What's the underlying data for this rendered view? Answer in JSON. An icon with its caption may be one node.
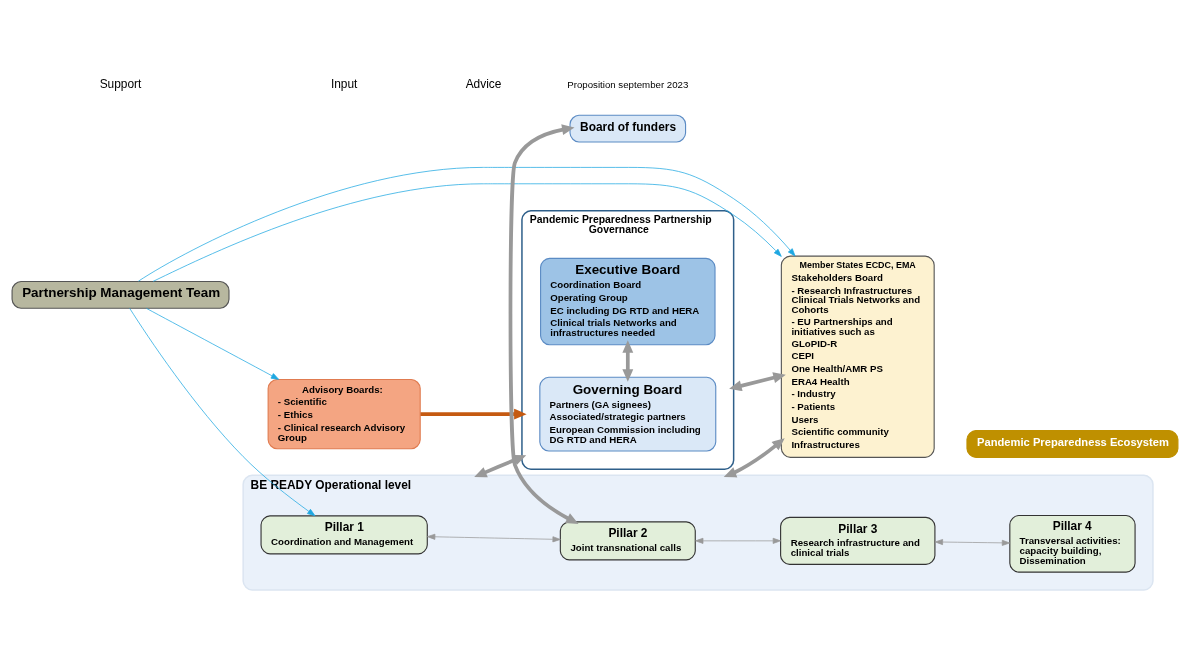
{
  "diagram": {
    "nodes": [
      {
        "text": [
          "Partnership Management Team"
        ]
      },
      {
        "text": [
          "Advisory Boards:",
          "- Scientific",
          "- Ethics",
          "- Clinical research Advisory Group"
        ]
      },
      {
        "text": [
          "Pandemic Preparedness Partnership Governance"
        ]
      },
      {
        "text": [
          "Governing Board",
          "Partners (GA signees)",
          "Associated/strategic partners",
          "European Commission including DG RTD and HERA"
        ],
        "in": 2
      },
      {
        "text": [
          "Executive Board",
          "Coordination Board",
          "Operating Group",
          "EC including DG RTD and HERA",
          "Clinical trials Networks and infrastructures needed"
        ],
        "in": 2
      },
      {
        "text": [
          "Member States ECDC, EMA",
          "Stakeholders Board",
          "- Research Infrastructures Clinical Trials Networks and Cohorts",
          "- EU Partnerships and initiatives such as",
          "GLoPID-R",
          "CEPI",
          "One Health/AMR PS",
          "ERA4 Health",
          "- Industry",
          "- Patients",
          "Users",
          "Scientific community",
          "Infrastructures"
        ]
      },
      {
        "text": [
          "Pandemic Preparedness Ecosystem"
        ]
      },
      {
        "text": [
          "Board of funders"
        ]
      },
      {
        "text": [
          "BE READY Operational level"
        ]
      },
      {
        "text": [
          "Pillar 1",
          "Coordination and Management"
        ],
        "in": 8
      },
      {
        "text": [
          "Pillar 2",
          "Joint transnational calls"
        ],
        "in": 8
      },
      {
        "text": [
          "Pillar 3",
          "Research infrastructure and clinical trials"
        ],
        "in": 8
      },
      {
        "text": [
          "Pillar 4",
          "Transversal activities: capacity building, Dissemination"
        ],
        "in": 8
      }
    ],
    "edges": [
      {
        "from": 0,
        "to": 5,
        "arrow": "to",
        "color": "#1ea7e1"
      },
      {
        "from": 0,
        "to": 1,
        "arrow": "to",
        "color": "#1ea7e1"
      },
      {
        "from": 0,
        "to": 5,
        "arrow": "to",
        "color": "#1ea7e1"
      },
      {
        "from": 0,
        "to": 9,
        "arrow": "to",
        "color": "#1ea7e1"
      },
      {
        "from": 1,
        "to": 2,
        "arrow": "to",
        "style": "thick",
        "color": "#c55a11"
      },
      {
        "from": 3,
        "to": 4,
        "arrow": "both",
        "style": "thick"
      },
      {
        "from": 2,
        "to": 5,
        "arrow": "both",
        "style": "thick"
      },
      {
        "from": 2,
        "to": 8,
        "arrow": "both",
        "style": "thick"
      },
      {
        "from": 7,
        "to": 10,
        "arrow": "both",
        "style": "thick"
      },
      {
        "from": 5,
        "to": 8,
        "arrow": "both",
        "style": "thick"
      },
      {
        "from": 9,
        "to": 10,
        "arrow": "both"
      },
      {
        "from": 10,
        "to": 11,
        "arrow": "both"
      },
      {
        "from": 11,
        "to": 12,
        "arrow": "both"
      }
    ],
    "labels": [
      "Proposition september 2023"
    ],
    "legend": [
      {
        "text": "Support"
      },
      {
        "text": "Input"
      },
      {
        "text": "Advice"
      }
    ]
  }
}
